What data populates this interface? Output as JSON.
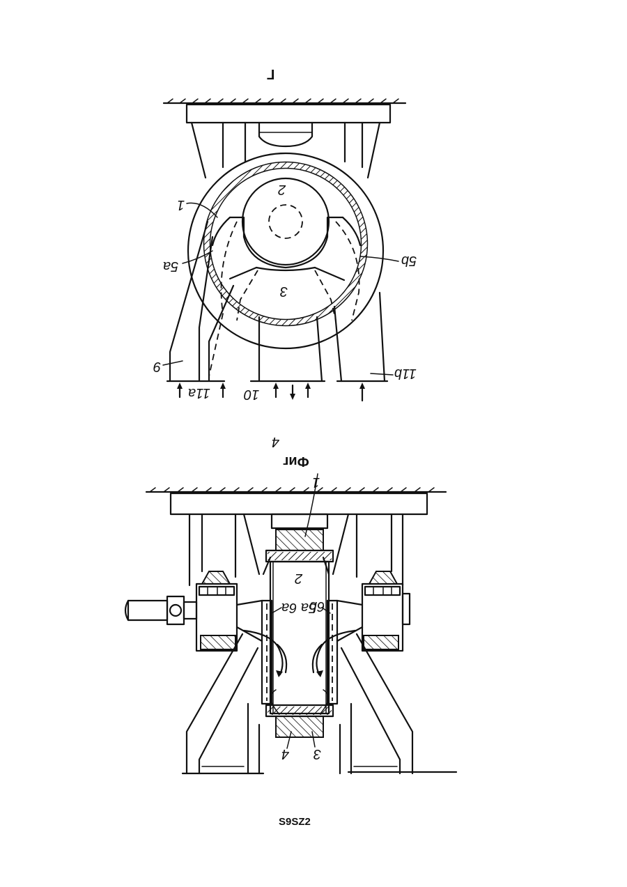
{
  "page": {
    "figure_top_label": "Г",
    "figure_caption": "Фиг",
    "figure_number": "4",
    "footer_text": "S9SZ2"
  },
  "labels_top": {
    "part_1": "1",
    "part_2": "2",
    "part_3": "3",
    "part_5a": "5a",
    "part_5b": "5b",
    "part_9": "9",
    "part_10": "10",
    "part_11a": "11a",
    "part_11b": "11b"
  },
  "labels_bottom": {
    "part_1": "1",
    "part_2": "2",
    "part_3": "3",
    "part_4": "4",
    "part_5a_6a": "5a 6a",
    "part_6b": "6b"
  },
  "colors": {
    "ink": "#111111",
    "paper": "#ffffff"
  }
}
